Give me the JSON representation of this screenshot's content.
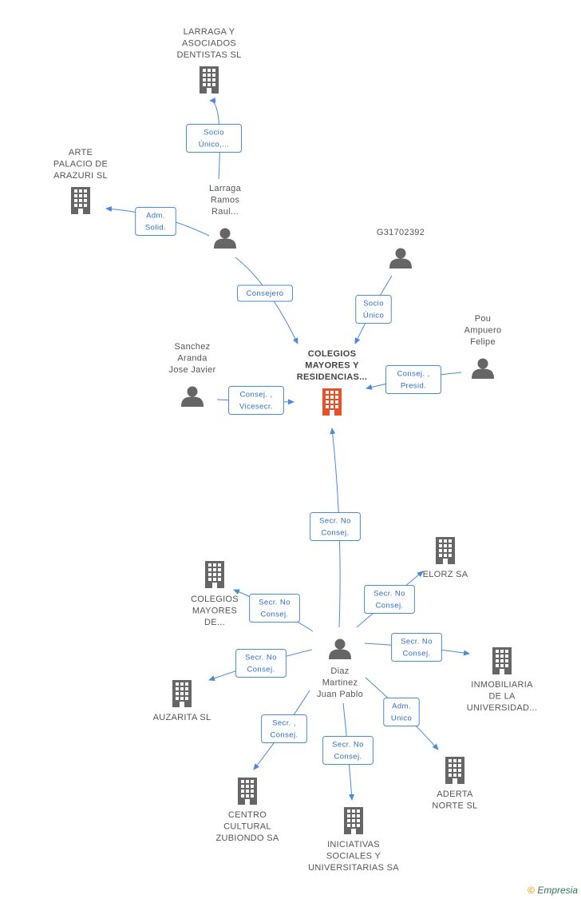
{
  "colors": {
    "edge": "#4a8ad8",
    "edge_text": "#2f6fc6",
    "icon": "#666666",
    "center_icon": "#e8502a",
    "label": "#555555"
  },
  "watermark": {
    "symbol": "©",
    "brand": "Empresia"
  },
  "nodes": [
    {
      "id": "center",
      "type": "company",
      "center": true,
      "label": [
        "COLEGIOS",
        "MAYORES Y",
        "RESIDENCIAS..."
      ]
    },
    {
      "id": "larraga_asoc",
      "type": "company",
      "label": [
        "LARRAGA Y",
        "ASOCIADOS",
        "DENTISTAS SL"
      ]
    },
    {
      "id": "arte",
      "type": "company",
      "label": [
        "ARTE",
        "PALACIO DE",
        "ARAZURI SL"
      ]
    },
    {
      "id": "larraga_raul",
      "type": "person",
      "label": [
        "Larraga",
        "Ramos",
        "Raul..."
      ]
    },
    {
      "id": "g317",
      "type": "person",
      "label": [
        "G31702392"
      ]
    },
    {
      "id": "pou",
      "type": "person",
      "label": [
        "Pou",
        "Ampuero",
        "Felipe"
      ]
    },
    {
      "id": "sanchez",
      "type": "person",
      "label": [
        "Sanchez",
        "Aranda",
        "Jose Javier"
      ]
    },
    {
      "id": "diaz",
      "type": "person",
      "label": [
        "Diaz",
        "Martinez",
        "Juan Pablo"
      ]
    },
    {
      "id": "elorz",
      "type": "company",
      "label": [
        "ELORZ SA"
      ]
    },
    {
      "id": "colegios2",
      "type": "company",
      "label": [
        "COLEGIOS",
        "MAYORES",
        "DE..."
      ]
    },
    {
      "id": "inmobiliaria",
      "type": "company",
      "label": [
        "INMOBILIARIA",
        "DE LA",
        "UNIVERSIDAD..."
      ]
    },
    {
      "id": "auzarita",
      "type": "company",
      "label": [
        "AUZARITA SL"
      ]
    },
    {
      "id": "aderta",
      "type": "company",
      "label": [
        "ADERTA",
        "NORTE SL"
      ]
    },
    {
      "id": "centro",
      "type": "company",
      "label": [
        "CENTRO",
        "CULTURAL",
        "ZUBIONDO SA"
      ]
    },
    {
      "id": "iniciativas",
      "type": "company",
      "label": [
        "INICIATIVAS",
        "SOCIALES Y",
        "UNIVERSITARIAS SA"
      ]
    }
  ],
  "edges": [
    {
      "id": "e1",
      "from": "larraga_raul",
      "to": "larraga_asoc",
      "label": [
        "Socio",
        "Único,..."
      ]
    },
    {
      "id": "e2",
      "from": "larraga_raul",
      "to": "arte",
      "label": [
        "Adm.",
        "Solid."
      ]
    },
    {
      "id": "e3",
      "from": "larraga_raul",
      "to": "center",
      "label": [
        "Consejero"
      ]
    },
    {
      "id": "e4",
      "from": "g317",
      "to": "center",
      "label": [
        "Socio",
        "Único"
      ]
    },
    {
      "id": "e5",
      "from": "pou",
      "to": "center",
      "label": [
        "Consej. ,",
        "Presid."
      ]
    },
    {
      "id": "e6",
      "from": "sanchez",
      "to": "center",
      "label": [
        "Consej. ,",
        "Vicesecr."
      ]
    },
    {
      "id": "e7",
      "from": "diaz",
      "to": "center",
      "label": [
        "Secr. No",
        "Consej."
      ]
    },
    {
      "id": "e8",
      "from": "diaz",
      "to": "elorz",
      "label": [
        "Secr. No",
        "Consej."
      ]
    },
    {
      "id": "e9",
      "from": "diaz",
      "to": "colegios2",
      "label": [
        "Secr. No",
        "Consej."
      ]
    },
    {
      "id": "e10",
      "from": "diaz",
      "to": "inmobiliaria",
      "label": [
        "Secr. No",
        "Consej."
      ]
    },
    {
      "id": "e11",
      "from": "diaz",
      "to": "auzarita",
      "label": [
        "Secr. No",
        "Consej."
      ]
    },
    {
      "id": "e12",
      "from": "diaz",
      "to": "aderta",
      "label": [
        "Adm.",
        "Unico"
      ]
    },
    {
      "id": "e13",
      "from": "diaz",
      "to": "centro",
      "label": [
        "Secr. ,",
        "Consej."
      ]
    },
    {
      "id": "e14",
      "from": "diaz",
      "to": "iniciativas",
      "label": [
        "Secr. No",
        "Consej."
      ]
    }
  ]
}
